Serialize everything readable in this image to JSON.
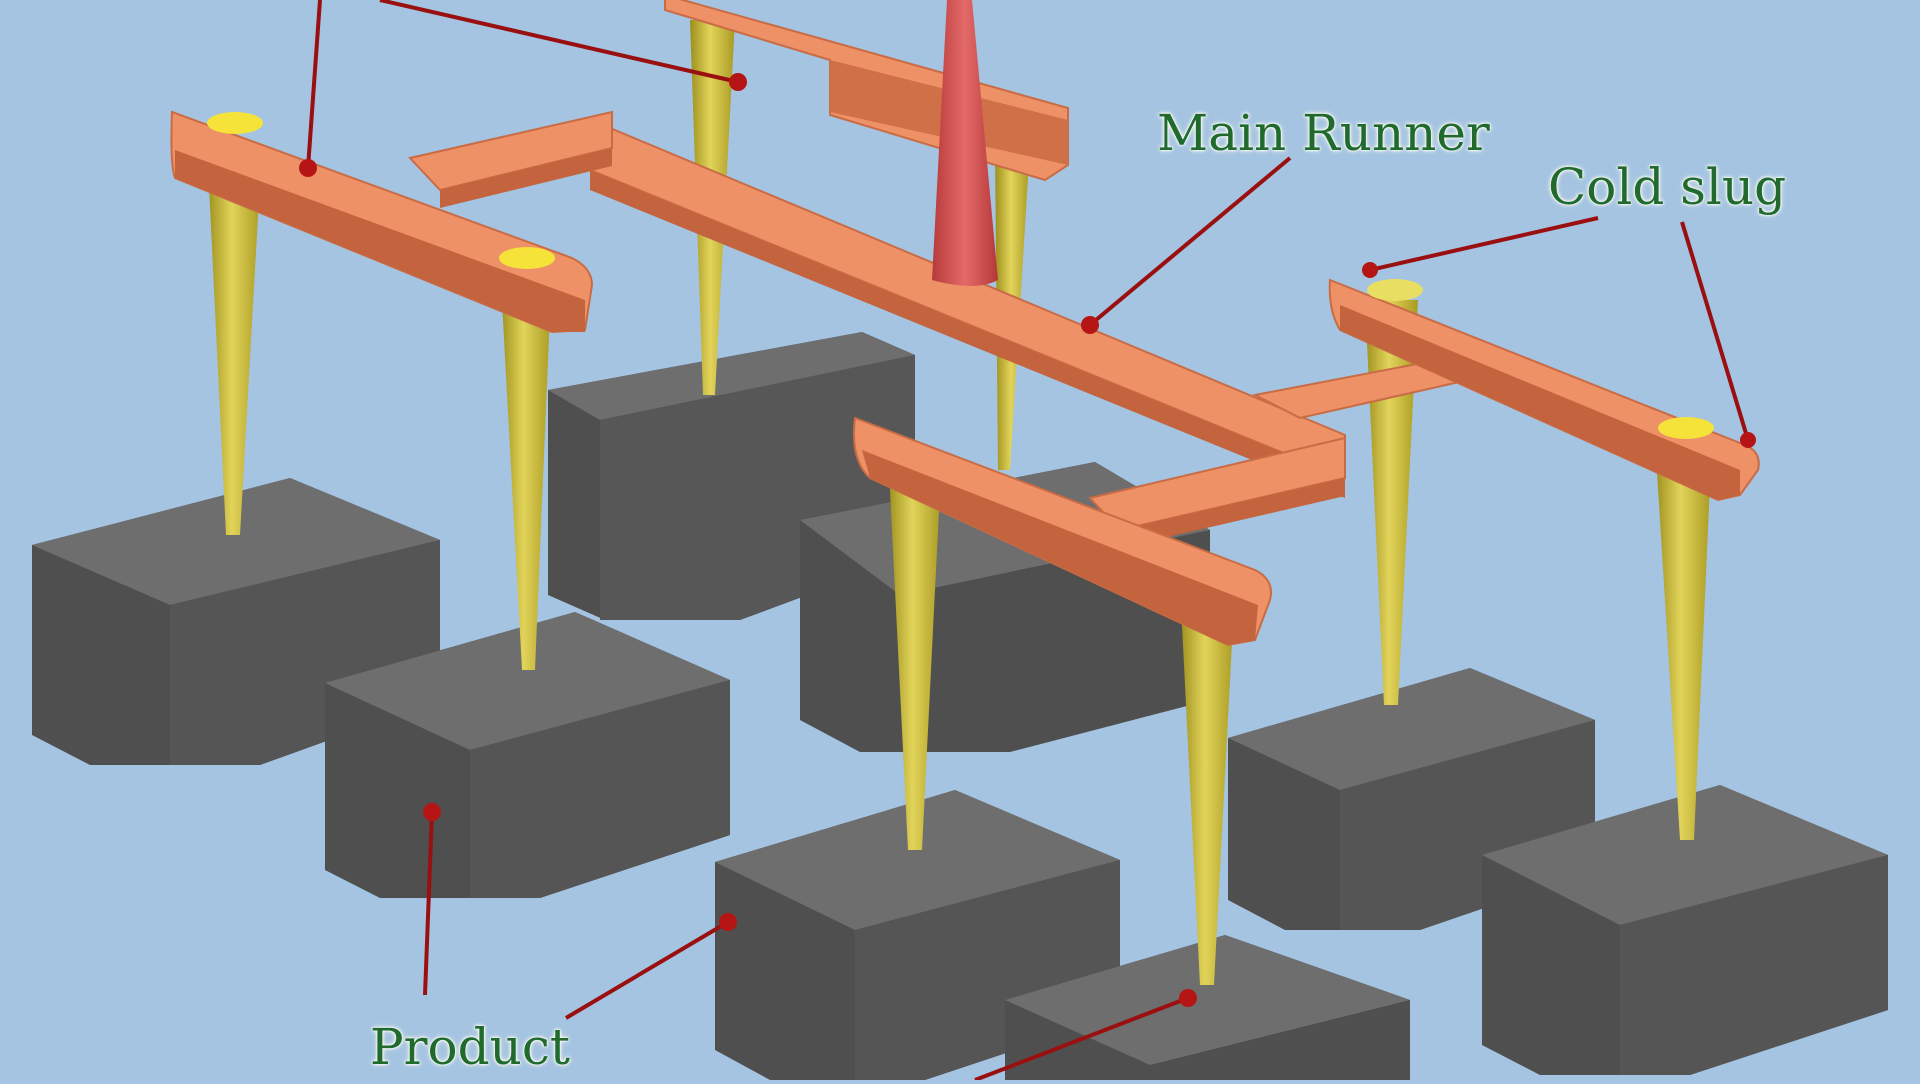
{
  "labels": {
    "main_runner": "Main Runner",
    "cold_slug": "Cold slug",
    "product": "Product"
  },
  "colors": {
    "background": "#a4c4e2",
    "runner": "#ef9166",
    "sprue": "#d65656",
    "gate": "#c9bb3a",
    "cold_slug_spot": "#f5e33a",
    "product": "#5c5c5c",
    "leader": "#9a0f0f",
    "label_text": "#1f6a2c"
  },
  "parts": [
    "sprue",
    "main-runner",
    "sub-runner",
    "gate",
    "cold-slug",
    "product"
  ]
}
